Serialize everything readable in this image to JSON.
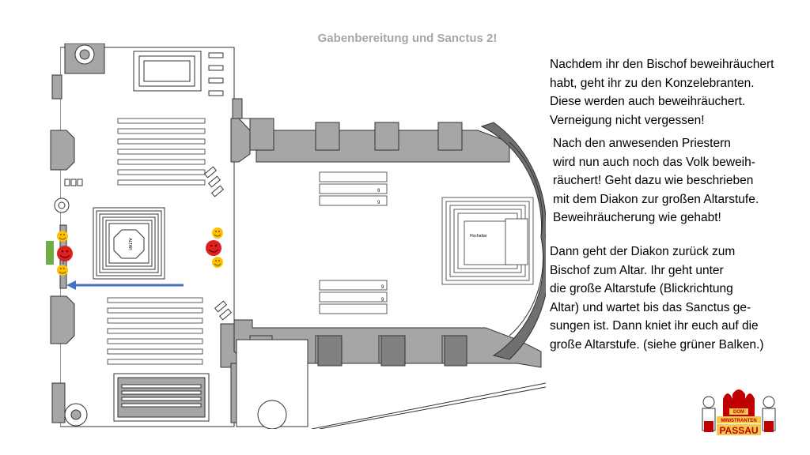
{
  "slide": {
    "title": "Gabenbereitung und Sanctus 2!"
  },
  "paragraphs": {
    "p1": [
      "Nachdem ihr den Bischof beweihräuchert",
      "habt, geht ihr zu den Konzelebranten.",
      "Diese werden auch beweihräuchert.",
      "Verneigung nicht vergessen!"
    ],
    "p2": [
      "Nach den anwesenden Priestern",
      "wird nun auch noch das Volk beweih-",
      "räuchert! Geht dazu wie beschrieben",
      "mit dem Diakon zur großen Altarstufe.",
      "Beweihräucherung wie gehabt!"
    ],
    "p3": [
      "Dann geht der Diakon zurück zum",
      "Bischof zum Altar. Ihr geht unter",
      "die große Altarstufe (Blickrichtung",
      "Altar) und wartet bis das Sanctus ge-",
      "sungen ist. Dann kniet ihr euch auf die",
      "große Altarstufe. (siehe grüner Balken.)"
    ]
  },
  "plan": {
    "altar_label": "Hochaltar",
    "row_label_1": "9",
    "row_label_2": "9",
    "row_label_3": "9",
    "row_label_4": "9",
    "center_label": "ALTAR"
  },
  "logo": {
    "line1": "DOM",
    "line2": "MINISTRANTEN",
    "line3": "PASSAU"
  },
  "colors": {
    "wall": "#a6a6a6",
    "green_bar": "#70ad47",
    "arrow": "#4472c4",
    "smiley_yellow": "#ffc000",
    "smiley_red": "#e02020",
    "logo_red": "#c00000"
  }
}
